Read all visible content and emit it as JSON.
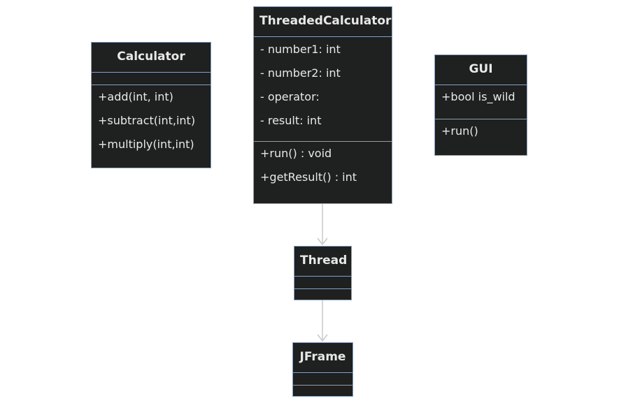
{
  "classes": {
    "calculator": {
      "name": "Calculator",
      "attributes": [],
      "methods": [
        "+add(int, int)",
        "+subtract(int,int)",
        "+multiply(int,int)"
      ]
    },
    "threaded_calculator": {
      "name": "ThreadedCalculator",
      "attributes": [
        "- number1: int",
        "- number2: int",
        "- operator:",
        "- result: int"
      ],
      "methods": [
        "+run() : void",
        "+getResult() : int"
      ]
    },
    "gui": {
      "name": "GUI",
      "attributes": [
        "+bool is_wild"
      ],
      "methods": [
        "+run()"
      ]
    },
    "thread": {
      "name": "Thread",
      "attributes": [],
      "methods": []
    },
    "jframe": {
      "name": "JFrame",
      "attributes": [],
      "methods": []
    }
  },
  "relations": [
    {
      "from": "ThreadedCalculator",
      "to": "Thread",
      "type": "directed-association"
    },
    {
      "from": "Thread",
      "to": "JFrame",
      "type": "directed-association"
    }
  ],
  "colors": {
    "box_fill": "#1f2020",
    "box_border": "#8aa0b8",
    "text": "#e8e8e8",
    "connector": "#c8c8c8"
  }
}
